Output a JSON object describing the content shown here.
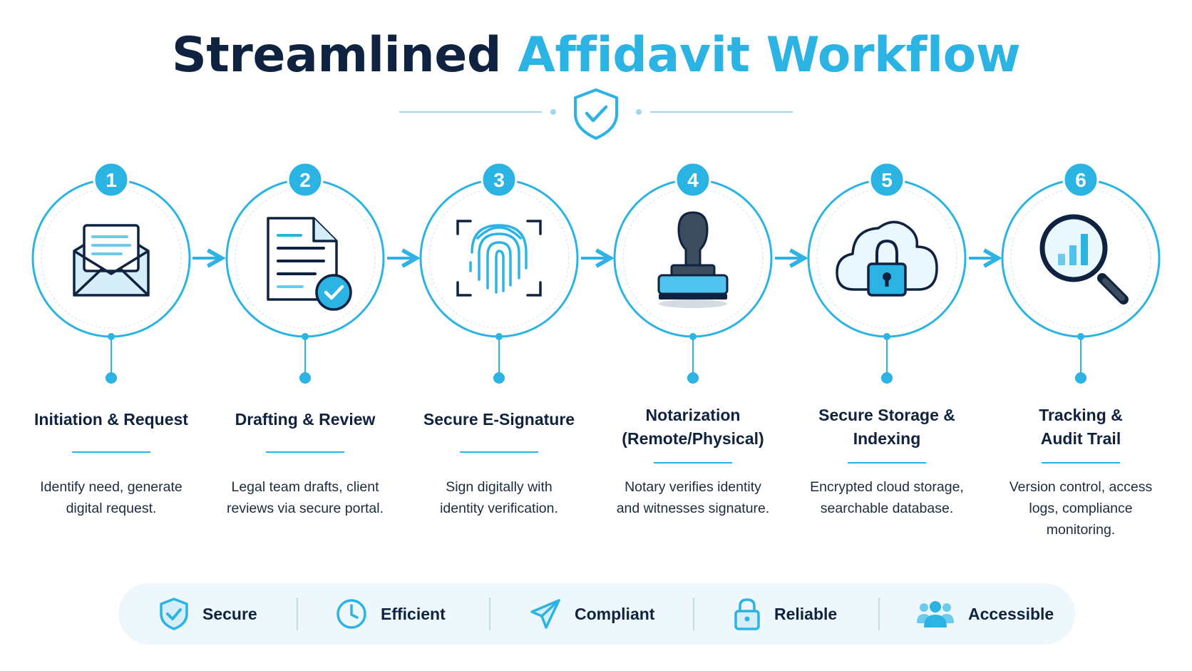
{
  "title": {
    "part1": "Streamlined",
    "part2": "Affidavit Workflow"
  },
  "colors": {
    "navy": "#0f2341",
    "accent": "#2bb3e3",
    "light": "#bfe6f6",
    "footer_bg": "#eef7fc"
  },
  "steps": [
    {
      "number": "1",
      "title": "Initiation & Request",
      "description": [
        "Identify need, generate",
        "digital request."
      ],
      "icon": "envelope-document-icon"
    },
    {
      "number": "2",
      "title": "Drafting & Review",
      "description": [
        "Legal team drafts, client",
        "reviews via secure portal."
      ],
      "icon": "document-check-icon"
    },
    {
      "number": "3",
      "title": "Secure E-Signature",
      "description": [
        "Sign digitally with",
        "identity verification."
      ],
      "icon": "fingerprint-icon"
    },
    {
      "number": "4",
      "title": "Notarization (Remote/Physical)",
      "title_lines": [
        "Notarization",
        "(Remote/Physical)"
      ],
      "description": [
        "Notary verifies identity",
        "and witnesses signature."
      ],
      "icon": "stamp-icon"
    },
    {
      "number": "5",
      "title": "Secure Storage & Indexing",
      "title_lines": [
        "Secure Storage &",
        "Indexing"
      ],
      "description": [
        "Encrypted cloud storage,",
        "searchable database."
      ],
      "icon": "cloud-lock-icon"
    },
    {
      "number": "6",
      "title": "Tracking & Audit Trail",
      "title_lines": [
        "Tracking &",
        "Audit Trail"
      ],
      "description": [
        "Version control, access",
        "logs, compliance",
        "monitoring."
      ],
      "icon": "magnifier-chart-icon"
    }
  ],
  "footer": {
    "items": [
      {
        "label": "Secure",
        "icon": "shield-check-icon"
      },
      {
        "label": "Efficient",
        "icon": "clock-icon"
      },
      {
        "label": "Compliant",
        "icon": "paper-plane-icon"
      },
      {
        "label": "Reliable",
        "icon": "padlock-icon"
      },
      {
        "label": "Accessible",
        "icon": "users-icon"
      }
    ]
  }
}
